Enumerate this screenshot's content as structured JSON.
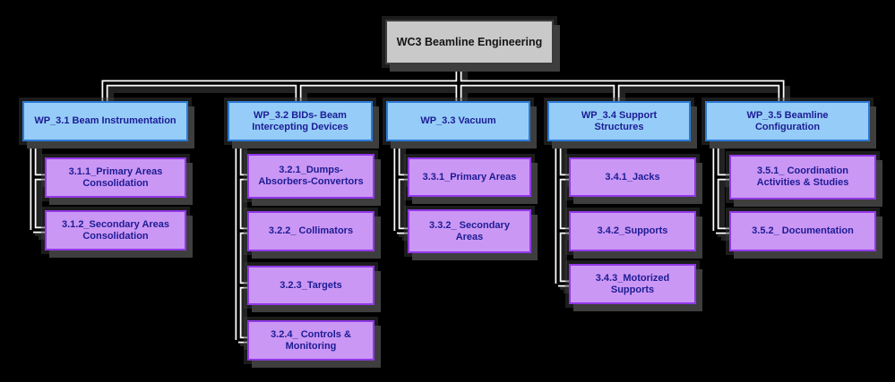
{
  "root": {
    "label": "WC3 Beamline Engineering"
  },
  "groups": [
    {
      "label": "WP_3.1 Beam Instrumentation",
      "children": [
        {
          "label": "3.1.1_Primary Areas Consolidation"
        },
        {
          "label": "3.1.2_Secondary Areas Consolidation"
        }
      ]
    },
    {
      "label": "WP_3.2 BIDs- Beam Intercepting Devices",
      "children": [
        {
          "label": "3.2.1_Dumps-Absorbers-Convertors"
        },
        {
          "label": "3.2.2_ Collimators"
        },
        {
          "label": "3.2.3_Targets"
        },
        {
          "label": "3.2.4_ Controls & Monitoring"
        }
      ]
    },
    {
      "label": "WP_3.3 Vacuum",
      "children": [
        {
          "label": "3.3.1_Primary Areas"
        },
        {
          "label": "3.3.2_ Secondary Areas"
        }
      ]
    },
    {
      "label": "WP_3.4 Support Structures",
      "children": [
        {
          "label": "3.4.1_Jacks"
        },
        {
          "label": "3.4.2_Supports"
        },
        {
          "label": "3.4.3_Motorized Supports"
        }
      ]
    },
    {
      "label": "WP_3.5 Beamline Configuration",
      "children": [
        {
          "label": "3.5.1_ Coordination Activities & Studies"
        },
        {
          "label": "3.5.2_ Documentation"
        }
      ]
    }
  ],
  "colors": {
    "background": "#000000",
    "connector": "#ffffff",
    "shadow": "#3e3e3e",
    "root_fill": "#c9c9c9",
    "root_border": "#3c3c3c",
    "root_text": "#141414",
    "wp_fill": "#96cdf8",
    "wp_border": "#2b7ad6",
    "sub_fill": "#cb97f4",
    "sub_border": "#9138e8",
    "box_text": "#1c1c94"
  }
}
